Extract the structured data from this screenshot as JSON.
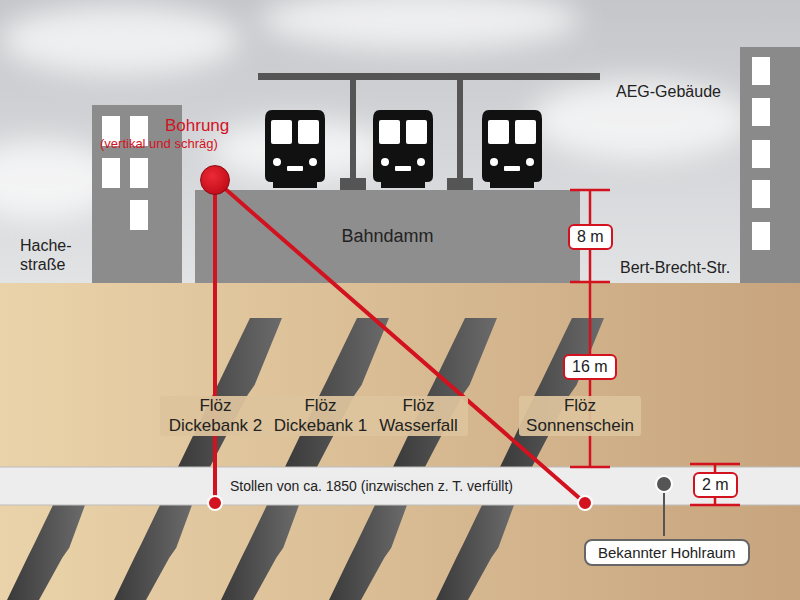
{
  "diagram": {
    "nodes": [
      {
        "text": [
          "Bohrung",
          "(vertikal und schräg)"
        ]
      },
      {
        "text": [
          "Bahndamm"
        ]
      },
      {
        "text": [
          "8 m"
        ]
      },
      {
        "text": [
          "16 m"
        ]
      },
      {
        "text": [
          "Stollen von ca. 1850 (inzwischen z. T. verfüllt)"
        ]
      },
      {
        "text": [
          "2 m"
        ]
      },
      {
        "text": [
          "Bekannter Hohlraum"
        ]
      }
    ],
    "edges": [
      {
        "from": 0,
        "to": 4,
        "arrow": "none"
      },
      {
        "from": 0,
        "to": 4,
        "arrow": "none"
      }
    ],
    "labels": [
      "Hache- straße",
      "AEG-Gebäude",
      "Bert-Brecht-Str.",
      "Flöz Dickebank 2",
      "Flöz Dickebank 1",
      "Flöz Wasserfall",
      "Flöz Sonnenschein"
    ]
  }
}
